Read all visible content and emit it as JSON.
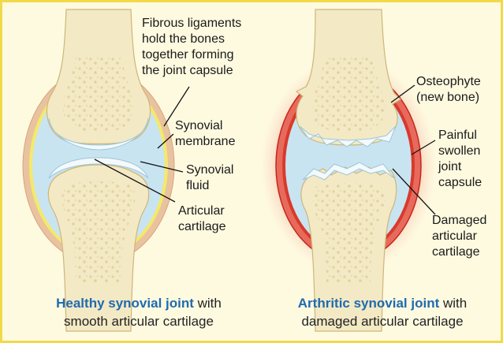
{
  "colors": {
    "background": "#fefae0",
    "border": "#f2d94a",
    "bone": "#f3e9c4",
    "bone_texture": "#e3d3a0",
    "synovial_fluid": "#c9e4f1",
    "cartilage": "#f4f9fb",
    "capsule_healthy": "#e9c3a0",
    "membrane": "#f4e96a",
    "inflamed": "#d83a2c",
    "caption_highlight": "#1f6bb0"
  },
  "healthy": {
    "label_ligaments": [
      "Fibrous ligaments",
      "hold the bones",
      "together forming",
      "the joint capsule"
    ],
    "label_membrane": [
      "Synovial",
      "membrane"
    ],
    "label_fluid": [
      "Synovial",
      "fluid"
    ],
    "label_cartilage": [
      "Articular",
      "cartilage"
    ],
    "caption_highlight": "Healthy synovial joint",
    "caption_rest": " with",
    "caption_line2": "smooth articular cartilage"
  },
  "arthritic": {
    "label_osteophyte": [
      "Osteophyte",
      "(new bone)"
    ],
    "label_swollen": [
      "Painful",
      "swollen",
      "joint",
      "capsule"
    ],
    "label_damaged": [
      "Damaged",
      "articular",
      "cartilage"
    ],
    "caption_highlight": "Arthritic synovial joint",
    "caption_rest": " with",
    "caption_line2": "damaged articular cartilage"
  }
}
